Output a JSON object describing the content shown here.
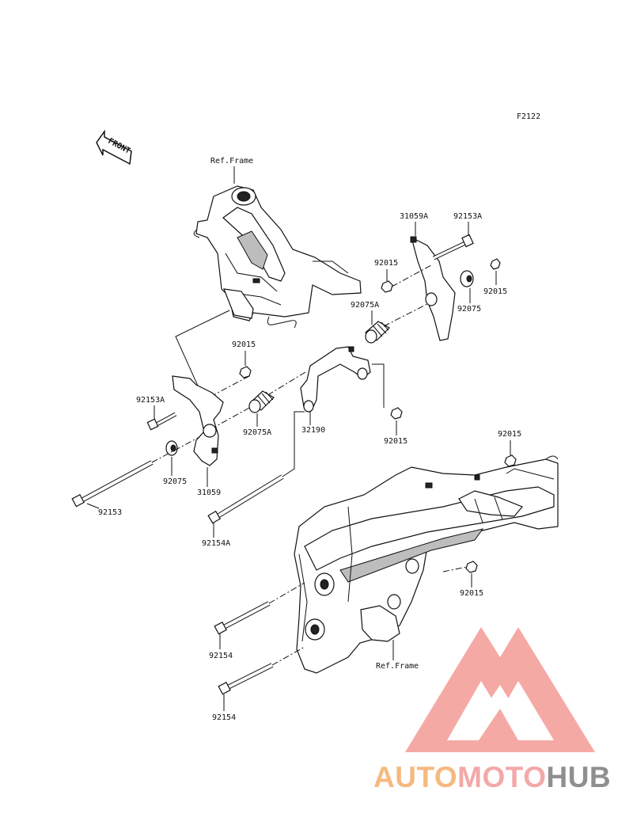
{
  "figure_code": "F2122",
  "front_arrow_label": "FRONT",
  "parts": {
    "ref_frame_top": "Ref.Frame",
    "ref_frame_bottom": "Ref.Frame",
    "p31059A": "31059A",
    "p92153A_right": "92153A",
    "p92015_right_top": "92015",
    "p92015_right_small": "92015",
    "p92075_right": "92075",
    "p92075A_right": "92075A",
    "p92015_mid": "92015",
    "p92153A_left": "92153A",
    "p92075A_left": "92075A",
    "p32190": "32190",
    "p92015_center": "92015",
    "p92075_left": "92075",
    "p31059": "31059",
    "p92153": "92153",
    "p92154A": "92154A",
    "p92015_frame_top": "92015",
    "p92015_frame_right": "92015",
    "p92154_upper": "92154",
    "p92154_lower": "92154"
  },
  "watermark": {
    "brand_part1": "AUTO",
    "brand_part2": "MOTO",
    "brand_part3": "HUB",
    "colors": {
      "triangle": "#f4a09c",
      "auto": "#f6b97f",
      "moto": "#f2a9a8",
      "hub": "#8f8f8f"
    }
  }
}
